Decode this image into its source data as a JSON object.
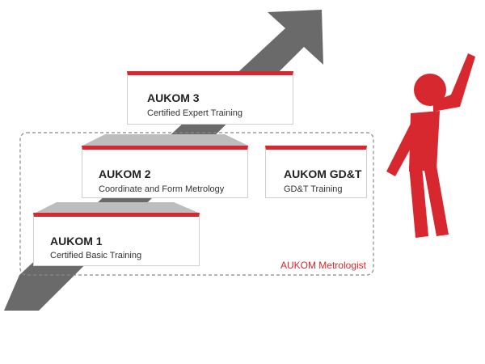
{
  "colors": {
    "accent": "#d7282f",
    "arrow": "#6a6a6a",
    "step": "#bdbdbd",
    "border": "#cfcfcf"
  },
  "levels": {
    "aukom1": {
      "title": "AUKOM 1",
      "subtitle": "Certified Basic Training"
    },
    "aukom2": {
      "title": "AUKOM 2",
      "subtitle": "Coordinate and Form Metrology"
    },
    "aukom3": {
      "title": "AUKOM 3",
      "subtitle": "Certified Expert Training"
    },
    "gdt": {
      "title": "AUKOM GD&T",
      "subtitle": "GD&T Training"
    }
  },
  "group_label": "AUKOM Metrologist",
  "icons": {
    "arrow": "upward-arrow-icon",
    "person": "cheering-person-icon"
  }
}
